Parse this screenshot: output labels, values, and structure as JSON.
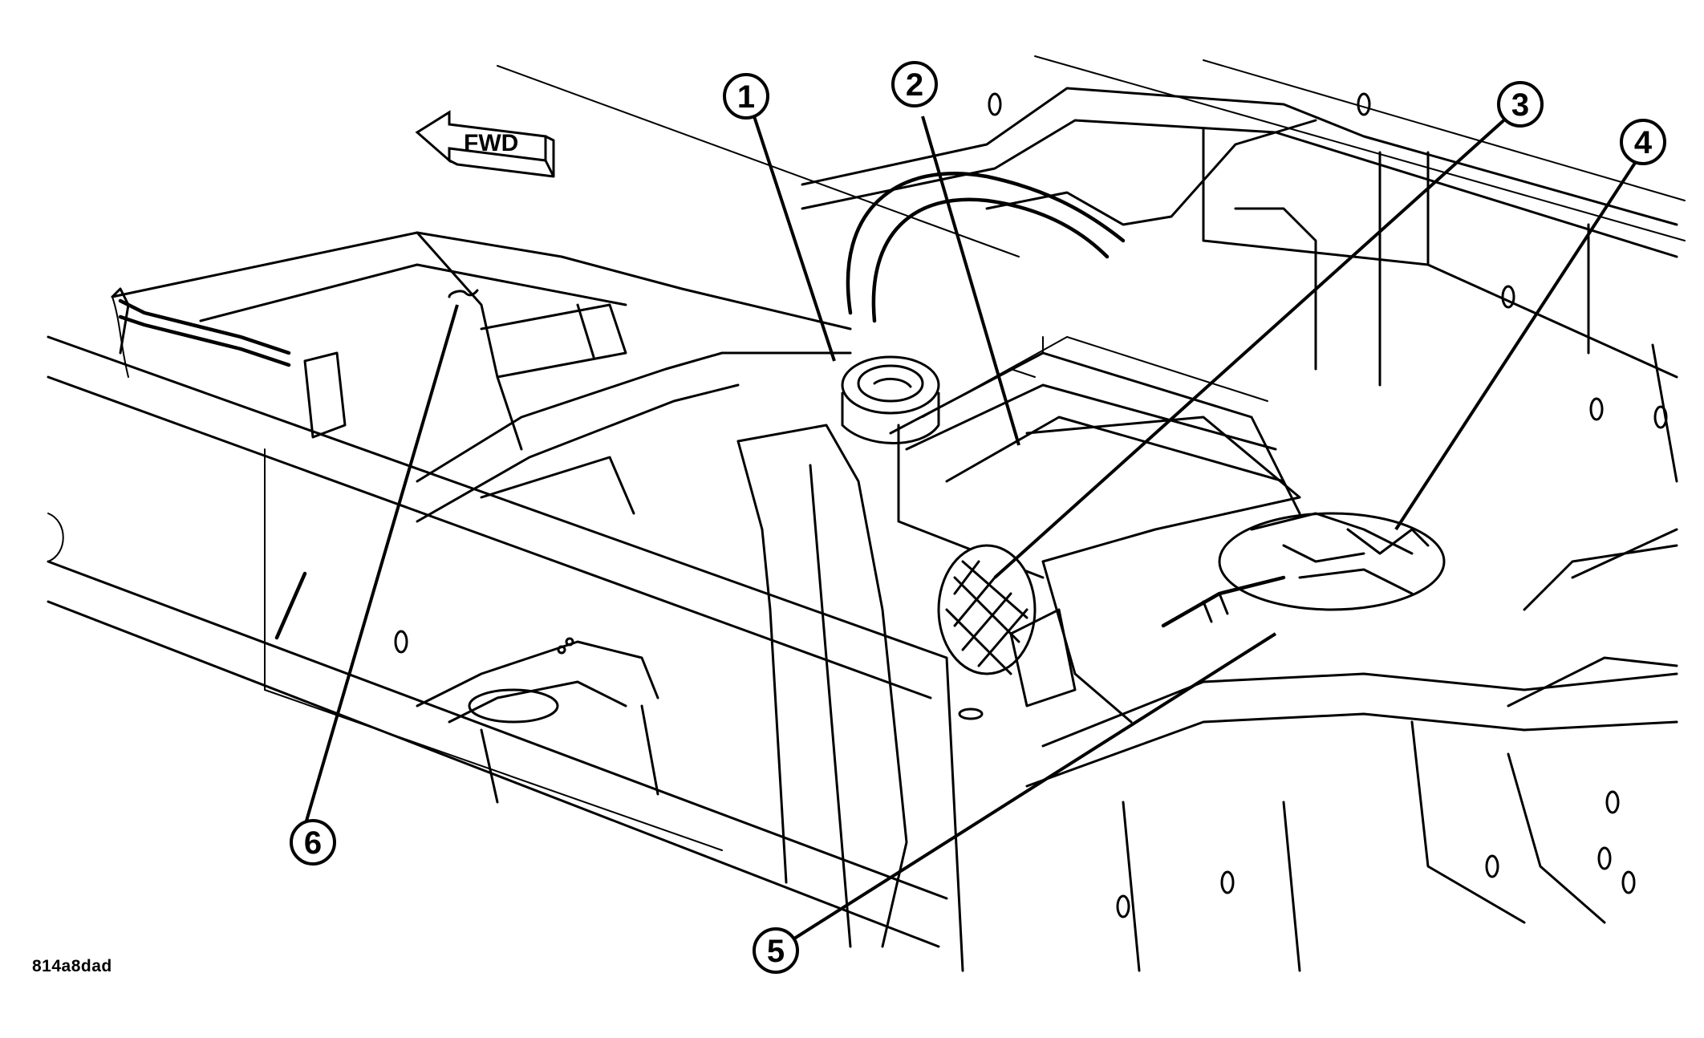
{
  "diagram": {
    "callouts": [
      {
        "id": "1",
        "label": "1"
      },
      {
        "id": "2",
        "label": "2"
      },
      {
        "id": "3",
        "label": "3"
      },
      {
        "id": "4",
        "label": "4"
      },
      {
        "id": "5",
        "label": "5"
      },
      {
        "id": "6",
        "label": "6"
      }
    ],
    "direction_arrow": {
      "label": "FWD"
    },
    "figure_code": "814a8dad"
  }
}
